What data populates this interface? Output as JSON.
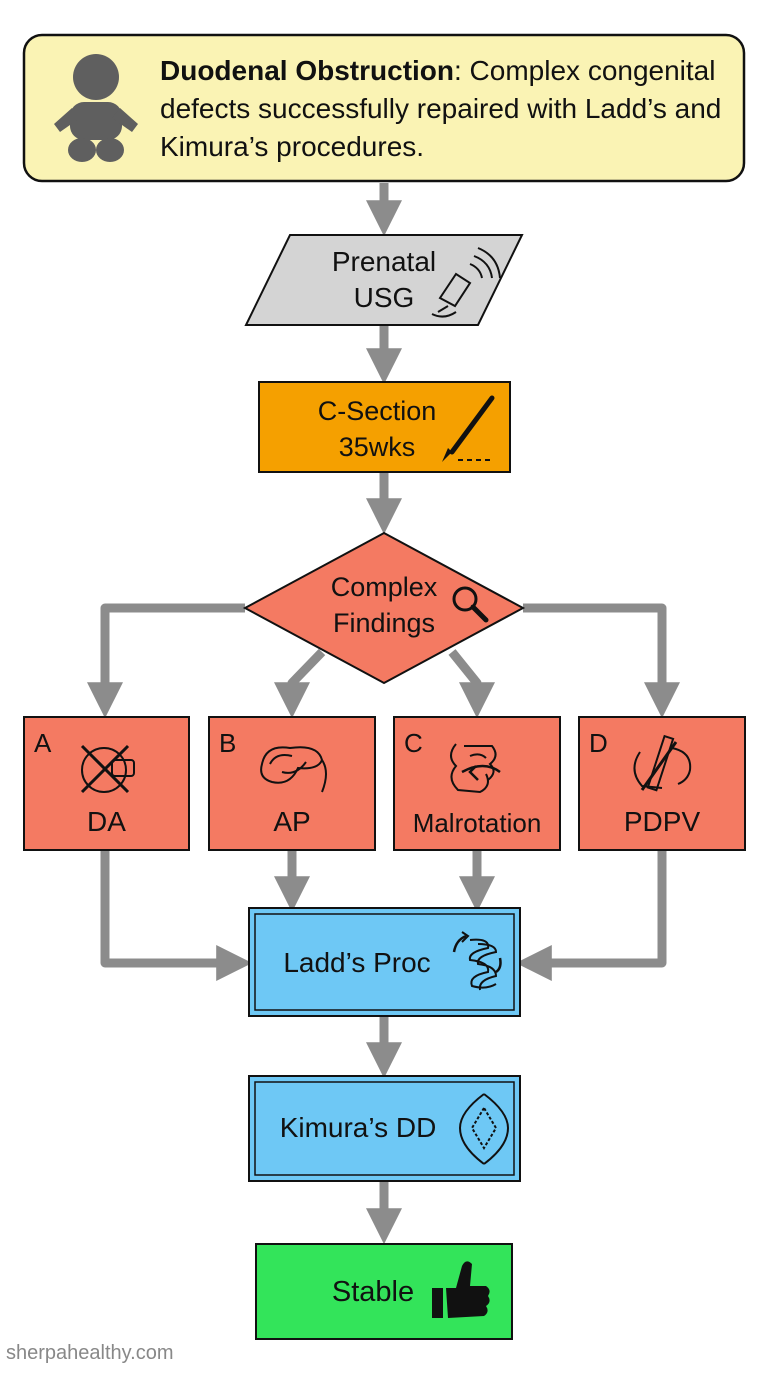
{
  "header": {
    "title_bold": "Duodenal Obstruction",
    "title_rest": ": Complex congenital defects successfully repaired with Ladd’s and Kimura’s procedures.",
    "icon": "baby-icon"
  },
  "nodes": {
    "prenatal": {
      "line1": "Prenatal",
      "line2": "USG",
      "icon": "ultrasound-probe-icon"
    },
    "csection": {
      "line1": "C-Section",
      "line2": "35wks",
      "icon": "scalpel-icon"
    },
    "findings": {
      "line1": "Complex",
      "line2": "Findings",
      "icon": "magnifier-icon"
    },
    "a": {
      "letter": "A",
      "label": "DA",
      "icon": "duodenal-atresia-icon"
    },
    "b": {
      "letter": "B",
      "label": "AP",
      "icon": "annular-pancreas-icon"
    },
    "c": {
      "letter": "C",
      "label": "Malrotation",
      "icon": "intestine-rotation-icon"
    },
    "d": {
      "letter": "D",
      "label": "PDPV",
      "icon": "portal-vein-icon"
    },
    "ladd": {
      "label": "Ladd’s Proc",
      "icon": "intestine-icon"
    },
    "kimura": {
      "label": "Kimura’s DD",
      "icon": "anastomosis-icon"
    },
    "stable": {
      "label": "Stable",
      "icon": "thumbs-up-icon"
    }
  },
  "colors": {
    "header_fill": "#FAF3B4",
    "prenatal_fill": "#D4D4D4",
    "csection_fill": "#F5A000",
    "findings_fill": "#F47A62",
    "abnormality_fill": "#F47A62",
    "procedure_fill": "#6EC8F5",
    "stable_fill": "#33E45A",
    "arrow": "#8C8C8C"
  },
  "watermark": "sherpahealthy.com"
}
